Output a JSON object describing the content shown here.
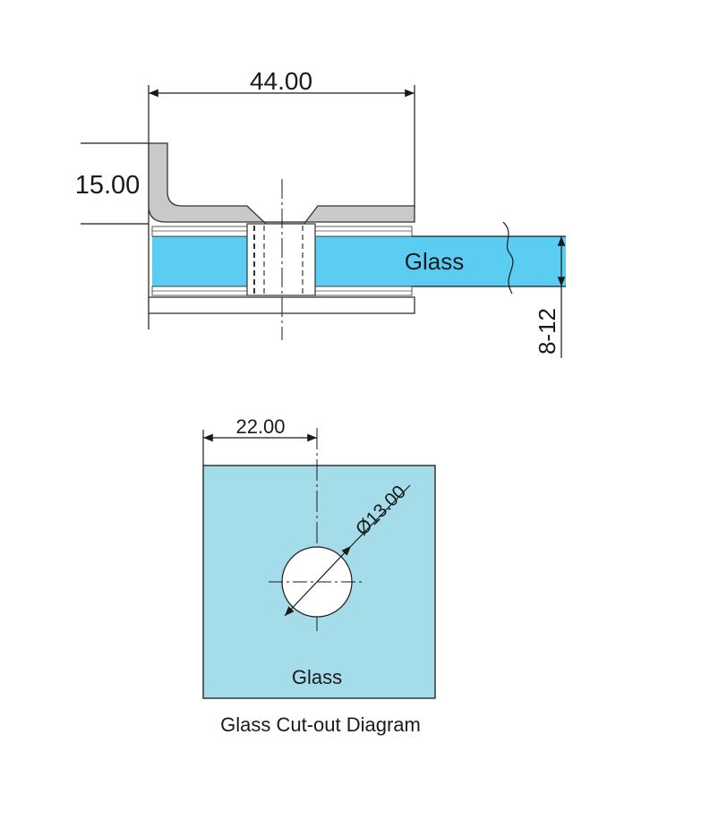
{
  "top_view": {
    "width_label": "44.00",
    "height_label": "15.00",
    "glass_label": "Glass",
    "thickness_label": "8-12"
  },
  "cutout": {
    "offset_label": "22.00",
    "diameter_label": "Ø13.00",
    "glass_label": "Glass",
    "caption": "Glass Cut-out Diagram"
  },
  "colors": {
    "glass_blue": "#5bcdf3",
    "glass_panel": "#a5dcea",
    "metal_gray": "#c9c9c9",
    "line": "#1a1a1a"
  }
}
